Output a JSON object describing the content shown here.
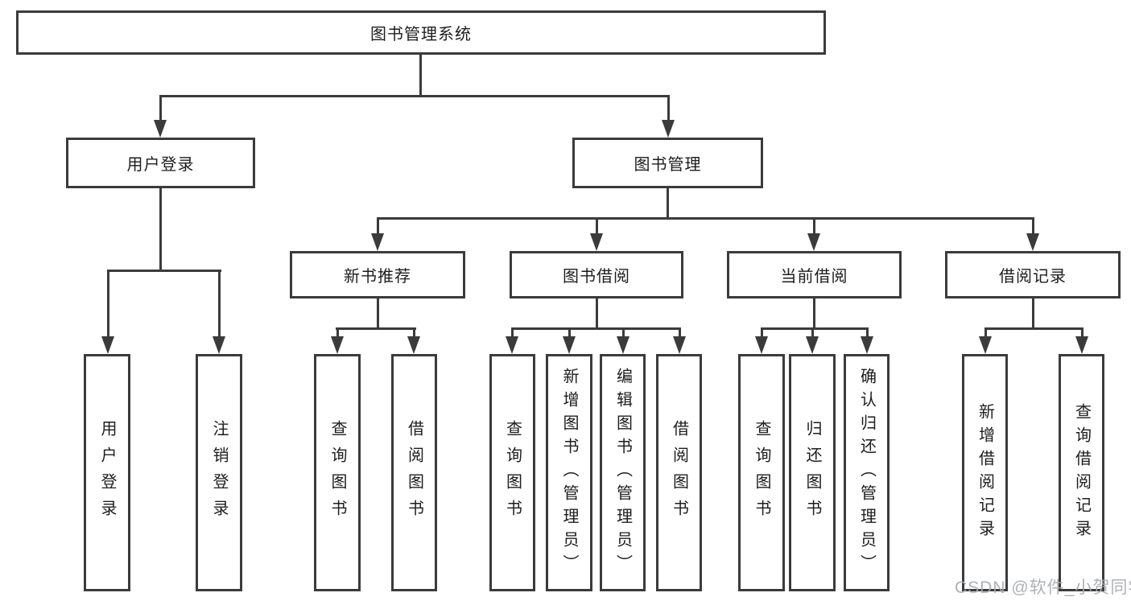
{
  "diagram_title": "图书管理系统",
  "watermark": "CSDN @软件_小贺同学",
  "colors": {
    "line": "#3b3b3b",
    "text": "#1d1d1d",
    "background": "#ffffff",
    "watermark": "#a8abb0"
  },
  "nodes": {
    "root": {
      "label": "图书管理系统"
    },
    "user_login": {
      "label": "用户登录"
    },
    "book_mgmt": {
      "label": "图书管理"
    },
    "new_book_rec": {
      "label": "新书推荐"
    },
    "book_borrow": {
      "label": "图书借阅"
    },
    "current_borrow": {
      "label": "当前借阅"
    },
    "borrow_record": {
      "label": "借阅记录"
    },
    "ul_user_login": {
      "label": "用户登录"
    },
    "ul_logout": {
      "label": "注销登录"
    },
    "nbr_query_book": {
      "label": "查询图书"
    },
    "nbr_borrow_book": {
      "label": "借阅图书"
    },
    "bb_query_book": {
      "label": "查询图书"
    },
    "bb_add_book": {
      "label": "新增图书（管理员）"
    },
    "bb_edit_book": {
      "label": "编辑图书（管理员）"
    },
    "bb_borrow_book": {
      "label": "借阅图书"
    },
    "cb_query_book": {
      "label": "查询图书"
    },
    "cb_return_book": {
      "label": "归还图书"
    },
    "cb_confirm_return": {
      "label": "确认归还（管理员）"
    },
    "br_add_record": {
      "label": "新增借阅记录"
    },
    "br_query_record": {
      "label": "查询借阅记录"
    }
  },
  "edges": [
    {
      "from": "root",
      "to": "user_login"
    },
    {
      "from": "root",
      "to": "book_mgmt"
    },
    {
      "from": "user_login",
      "to": "ul_user_login"
    },
    {
      "from": "user_login",
      "to": "ul_logout"
    },
    {
      "from": "book_mgmt",
      "to": "new_book_rec"
    },
    {
      "from": "book_mgmt",
      "to": "book_borrow"
    },
    {
      "from": "book_mgmt",
      "to": "current_borrow"
    },
    {
      "from": "book_mgmt",
      "to": "borrow_record"
    },
    {
      "from": "new_book_rec",
      "to": "nbr_query_book"
    },
    {
      "from": "new_book_rec",
      "to": "nbr_borrow_book"
    },
    {
      "from": "book_borrow",
      "to": "bb_query_book"
    },
    {
      "from": "book_borrow",
      "to": "bb_add_book"
    },
    {
      "from": "book_borrow",
      "to": "bb_edit_book"
    },
    {
      "from": "book_borrow",
      "to": "bb_borrow_book"
    },
    {
      "from": "current_borrow",
      "to": "cb_query_book"
    },
    {
      "from": "current_borrow",
      "to": "cb_return_book"
    },
    {
      "from": "current_borrow",
      "to": "cb_confirm_return"
    },
    {
      "from": "borrow_record",
      "to": "br_add_record"
    },
    {
      "from": "borrow_record",
      "to": "br_query_record"
    }
  ]
}
